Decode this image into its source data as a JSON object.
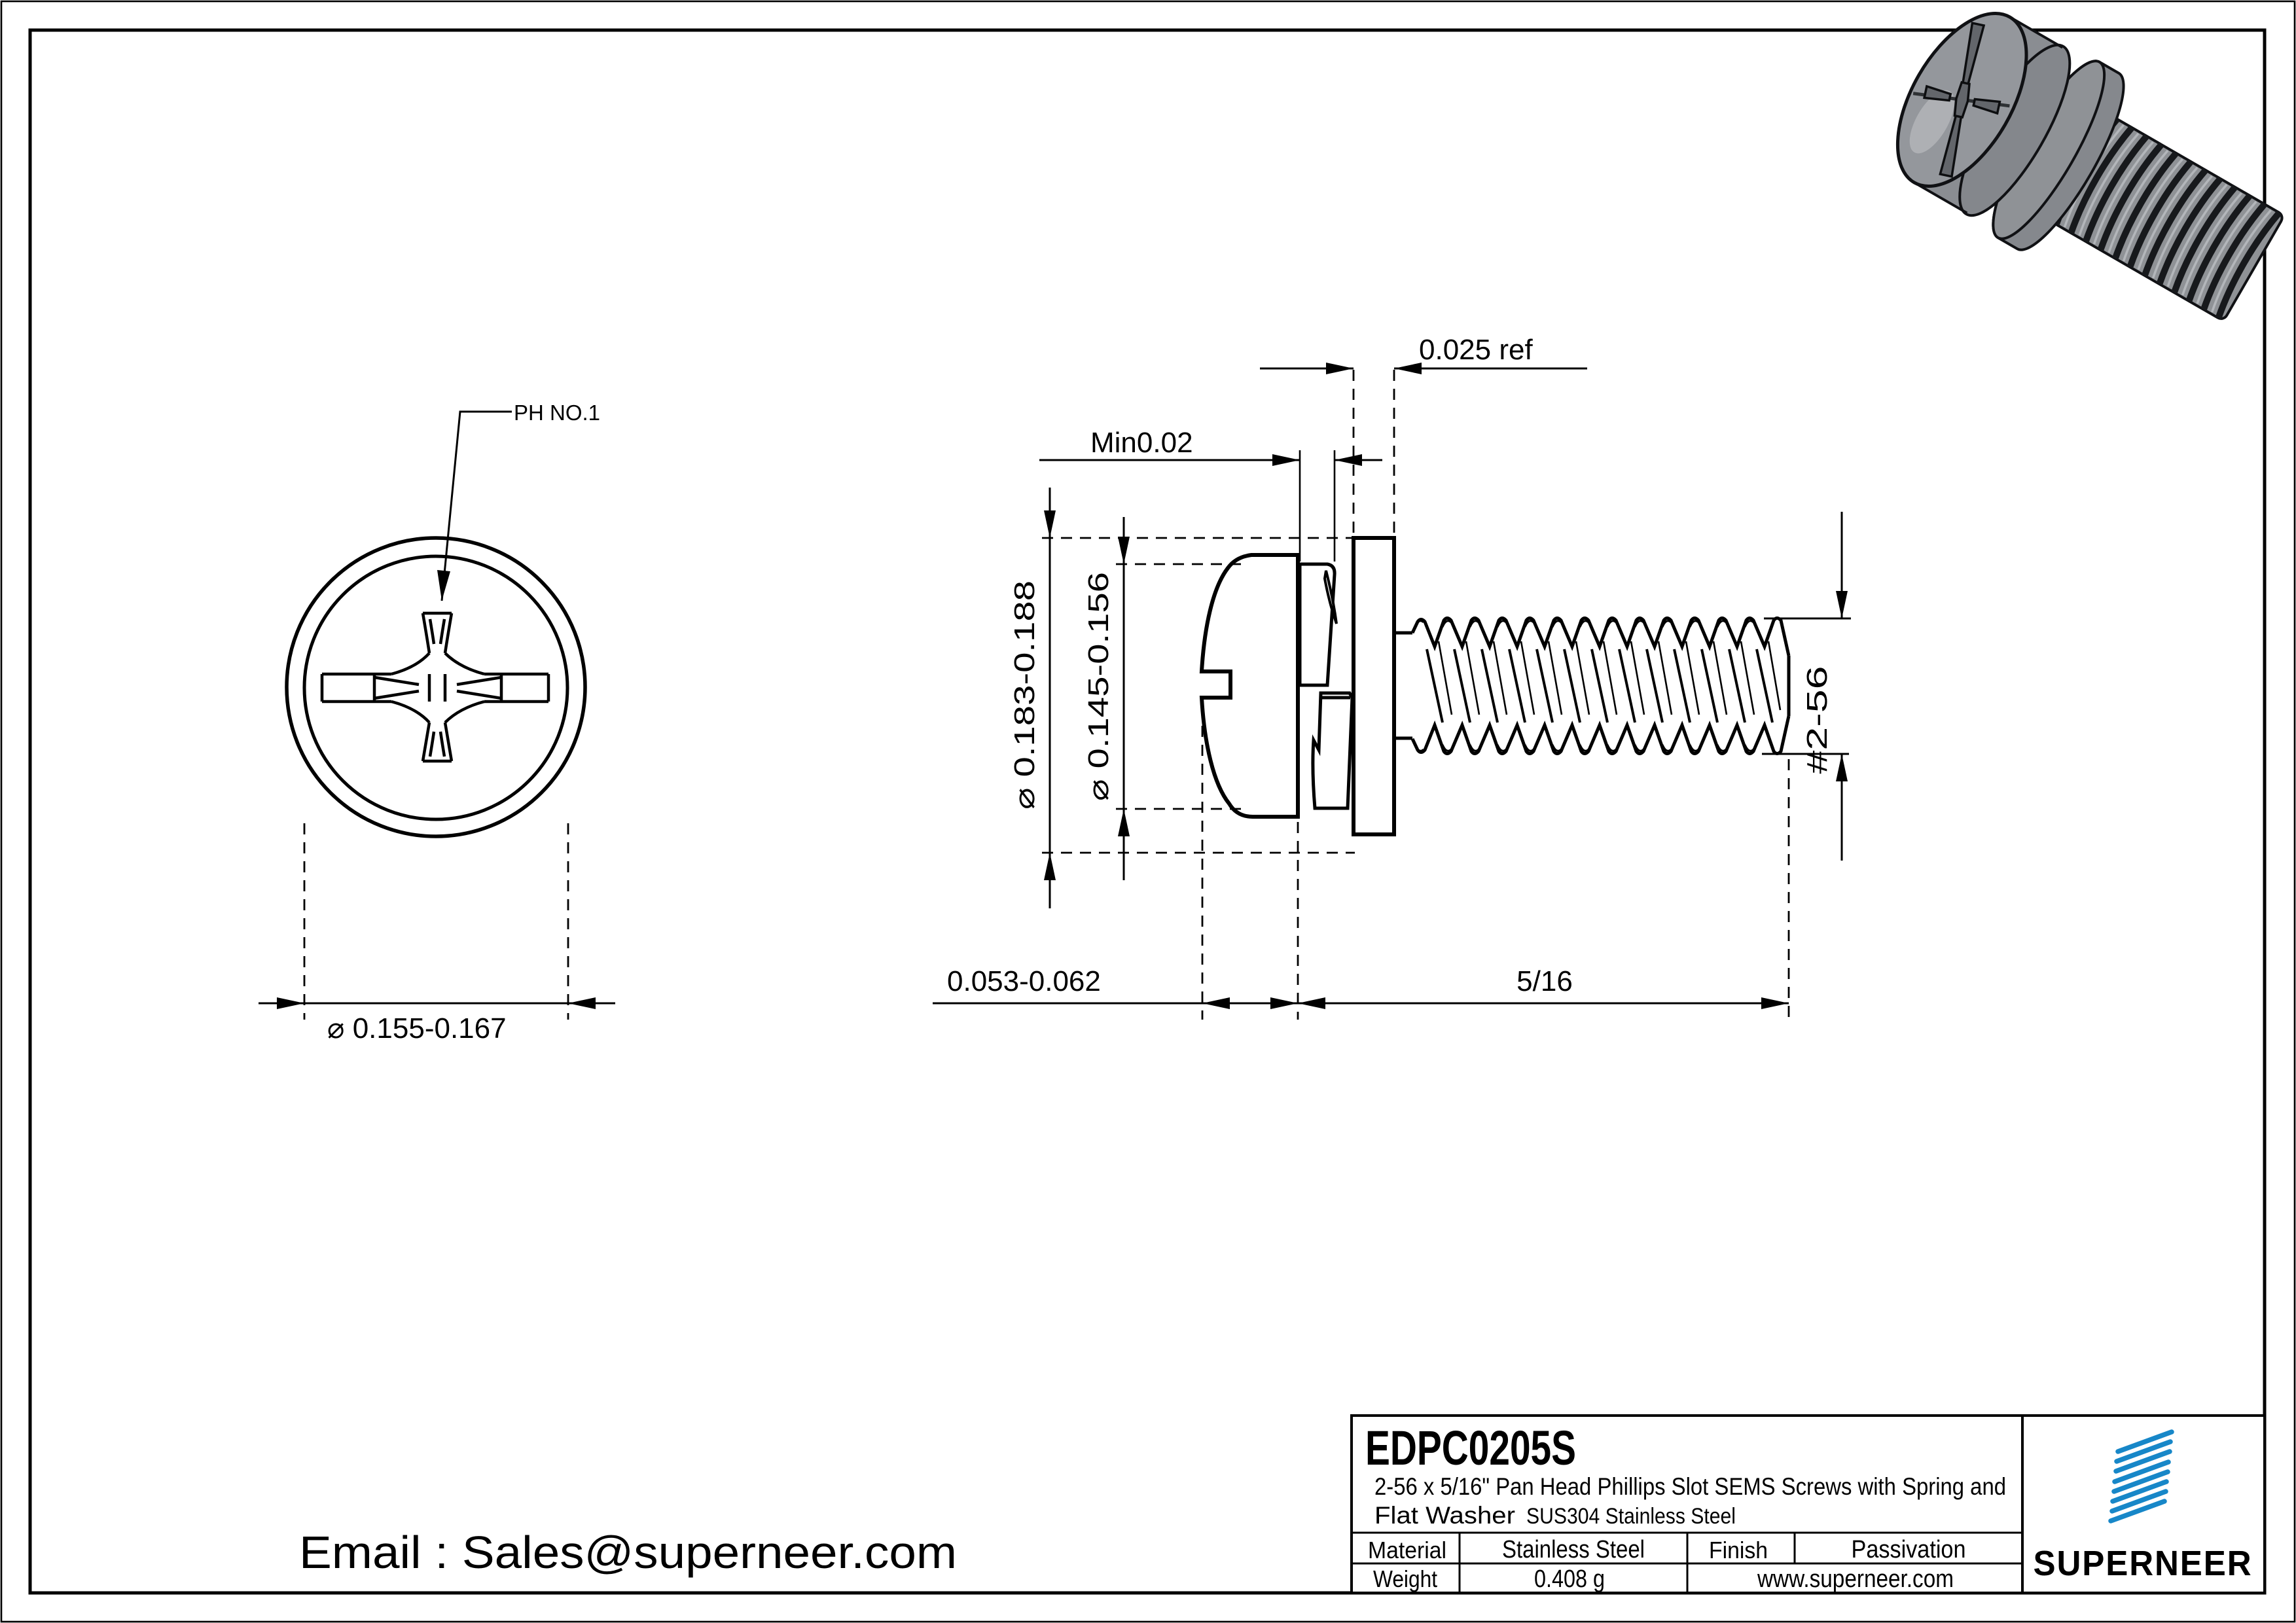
{
  "drawing": {
    "front_view": {
      "leader_label": "PH NO.1",
      "diameter_dim": "⌀ 0.155-0.167"
    },
    "side_view": {
      "washer_thickness_dim": "0.025 ref",
      "spring_min_dim": "Min0.02",
      "washer_od_dim": "⌀ 0.183-0.188",
      "head_od_dim": "⌀ 0.145-0.156",
      "thread_size_dim": "#2-56",
      "head_height_dim": "0.053-0.062",
      "length_dim": "5/16"
    }
  },
  "title_block": {
    "part_number": "EDPC0205S",
    "description_line1": "2-56 x 5/16\" Pan Head Phillips Slot SEMS Screws with Spring and",
    "description_line2": "Flat Washer",
    "description_line2_sub": "SUS304 Stainless Steel",
    "material_label": "Material",
    "material_value": "Stainless Steel",
    "finish_label": "Finish",
    "finish_value": "Passivation",
    "weight_label": "Weight",
    "weight_value": "0.408 g",
    "website": "www.superneer.com",
    "brand_name": "SUPERNEER",
    "logo_icon": "superneer-diagonal-stripes-logo",
    "brand_color": "#1787c8",
    "link_color": "#1d8fd1"
  },
  "footer": {
    "email": "Email : Sales@superneer.com"
  },
  "colors": {
    "line_color": "#000000",
    "background": "#ffffff",
    "metal_gray": "#8f9296",
    "thread_dark": "#17191c"
  }
}
